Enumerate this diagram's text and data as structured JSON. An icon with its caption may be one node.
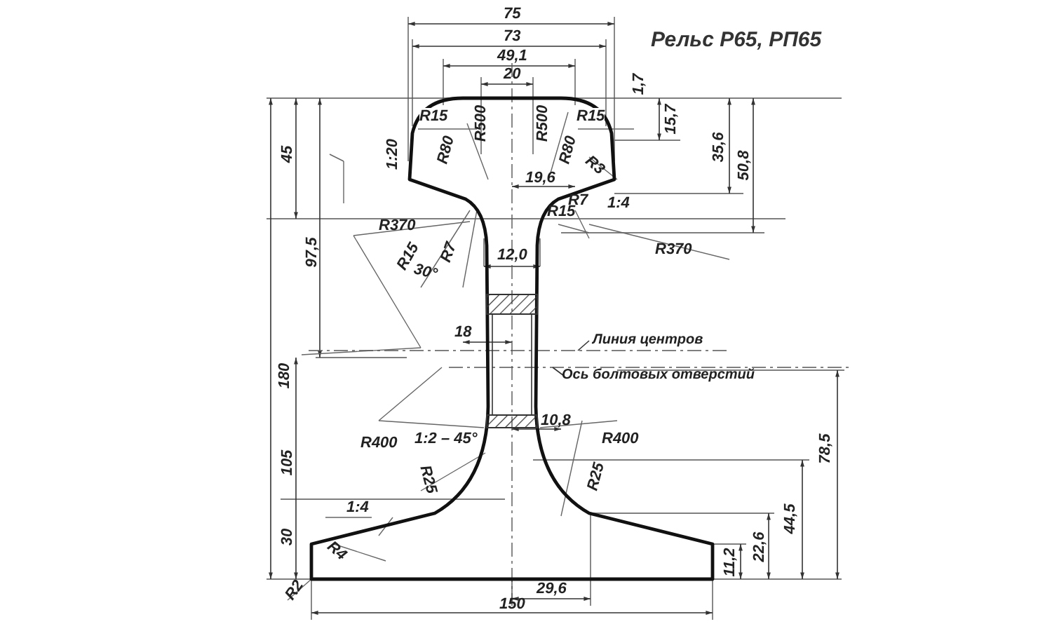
{
  "diagram": {
    "title": "Рельс Р65, РП65",
    "nodes": [
      {
        "text": [
          "Линия центров"
        ]
      },
      {
        "text": [
          "Ось болтовых отверстий"
        ]
      }
    ],
    "edges": [
      {
        "from": 0,
        "to": null,
        "arrow": "none"
      },
      {
        "from": 1,
        "to": null,
        "arrow": "none"
      }
    ],
    "labels": [
      "75",
      "73",
      "49,1",
      "20",
      "1,7",
      "R500",
      "R500",
      "15,7",
      "R15",
      "R15",
      "45",
      "1:20",
      "R80",
      "R80",
      "35,6",
      "50,8",
      "R3",
      "19,6",
      "R7",
      "1:4",
      "R15",
      "R370",
      "R370",
      "R15",
      "R7",
      "30°",
      "12,0",
      "97,5",
      "180",
      "18",
      "105",
      "R400",
      "1:2 – 45°",
      "10,8",
      "R400",
      "R25",
      "R25",
      "78,5",
      "44,5",
      "1:4",
      "30",
      "R4",
      "22,6",
      "11,2",
      "R2",
      "29,6",
      "150"
    ]
  }
}
